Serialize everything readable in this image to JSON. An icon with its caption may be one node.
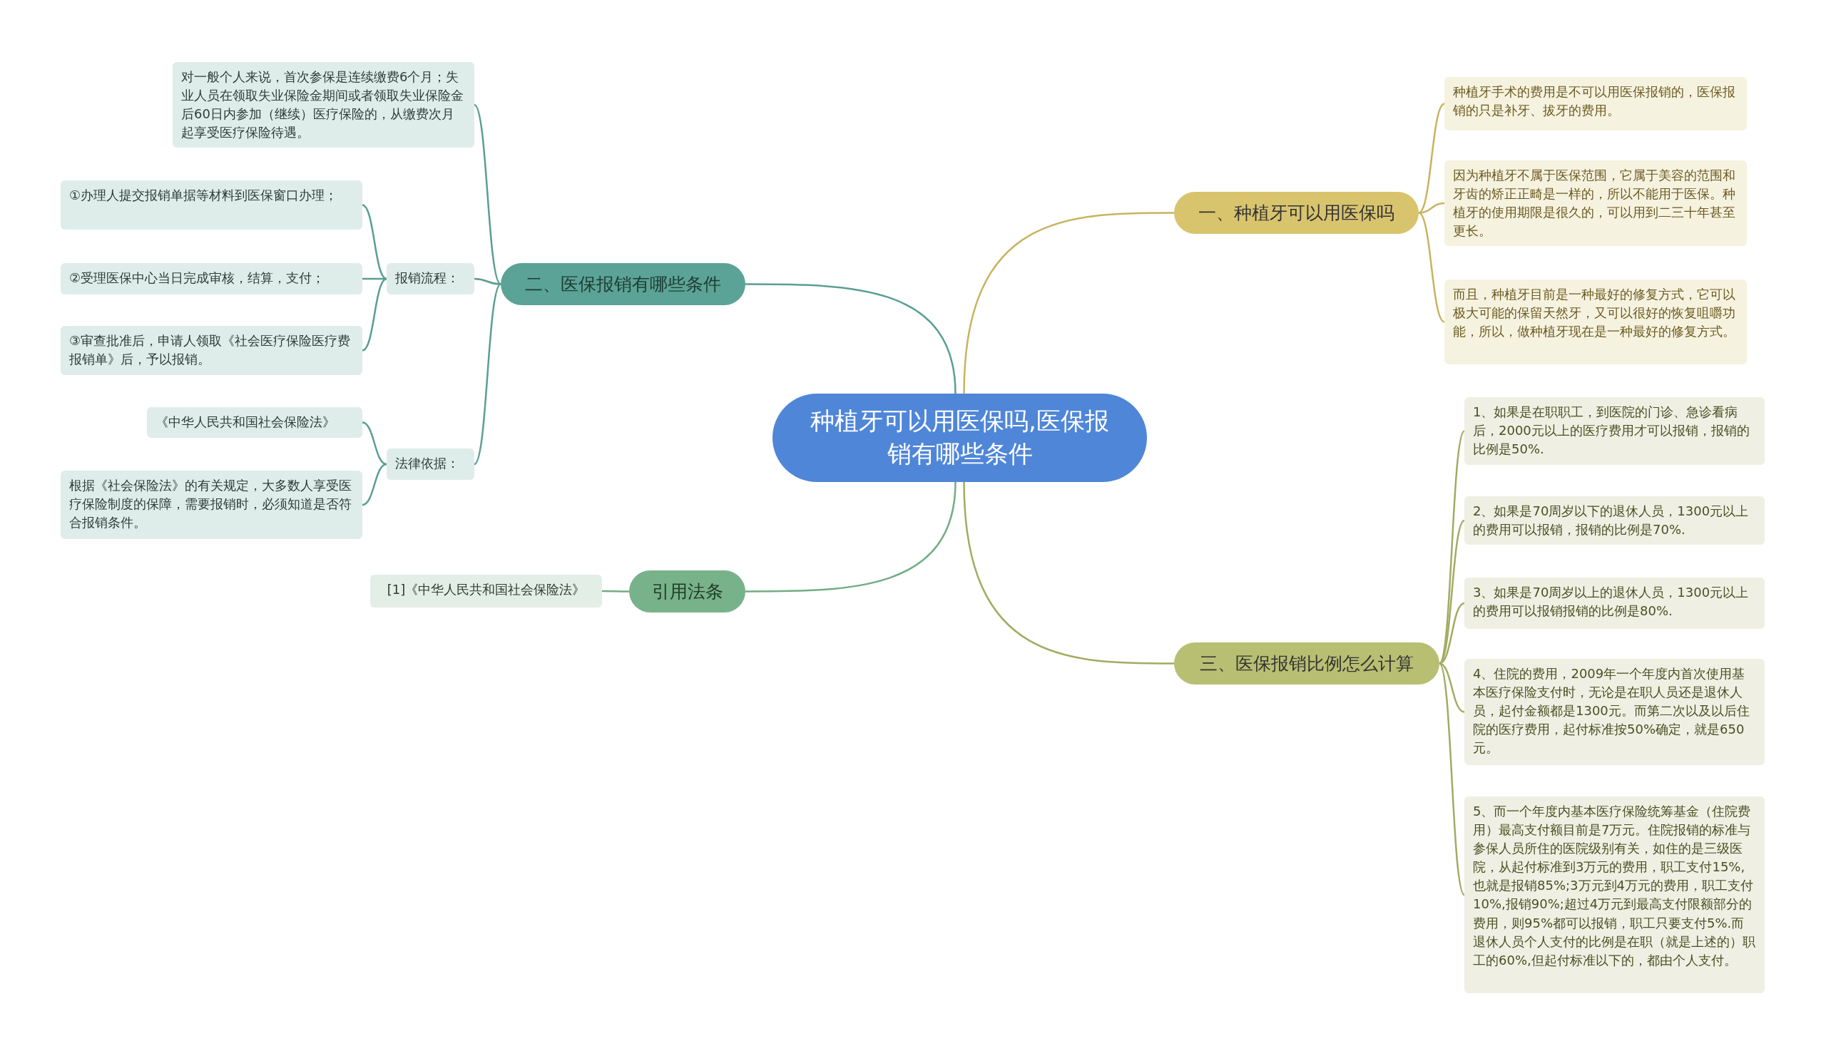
{
  "diagram": {
    "nodes": [
      {
        "text": [
          "种植牙可以用医保吗,医保报销有哪些条件"
        ]
      },
      {
        "text": [
          "一、种植牙可以用医保吗"
        ]
      },
      {
        "text": [
          "种植牙手术的费用是不可以用医保报销的，医保报销的只是补牙、拔牙的费用。"
        ]
      },
      {
        "text": [
          "因为种植牙不属于医保范围，它属于美容的范围和牙齿的矫正正畸是一样的，所以不能用于医保。种植牙的使用期限是很久的，可以用到二三十年甚至更长。"
        ]
      },
      {
        "text": [
          "而且，种植牙目前是一种最好的修复方式，它可以极大可能的保留天然牙，又可以很好的恢复咀嚼功能，所以，做种植牙现在是一种最好的修复方式。"
        ]
      },
      {
        "text": [
          "二、医保报销有哪些条件"
        ]
      },
      {
        "text": [
          "对一般个人来说，首次参保是连续缴费6个月；失业人员在领取失业保险金期间或者领取失业保险金后60日内参加（继续）医疗保险的，从缴费次月起享受医疗保险待遇。"
        ]
      },
      {
        "text": [
          "报销流程："
        ]
      },
      {
        "text": [
          "①办理人提交报销单据等材料到医保窗口办理；"
        ]
      },
      {
        "text": [
          "②受理医保中心当日完成审核，结算，支付；"
        ]
      },
      {
        "text": [
          "③审查批准后，申请人领取《社会医疗保险医疗费报销单》后，予以报销。"
        ]
      },
      {
        "text": [
          "法律依据："
        ]
      },
      {
        "text": [
          "《中华人民共和国社会保险法》"
        ]
      },
      {
        "text": [
          "根据《社会保险法》的有关规定，大多数人享受医疗保险制度的保障，需要报销时，必须知道是否符合报销条件。"
        ]
      },
      {
        "text": [
          "引用法条"
        ]
      },
      {
        "text": [
          "[1]《中华人民共和国社会保险法》"
        ]
      },
      {
        "text": [
          "三、医保报销比例怎么计算"
        ]
      },
      {
        "text": [
          "1、如果是在职职工，到医院的门诊、急诊看病后，2000元以上的医疗费用才可以报销，报销的比例是50%."
        ]
      },
      {
        "text": [
          "2、如果是70周岁以下的退休人员，1300元以上的费用可以报销，报销的比例是70%."
        ]
      },
      {
        "text": [
          "3、如果是70周岁以上的退休人员，1300元以上的费用可以报销报销的比例是80%."
        ]
      },
      {
        "text": [
          "4、住院的费用，2009年一个年度内首次使用基本医疗保险支付时，无论是在职人员还是退休人员，起付金额都是1300元。而第二次以及以后住院的医疗费用，起付标准按50%确定，就是650元。"
        ]
      },
      {
        "text": [
          "5、而一个年度内基本医疗保险统筹基金（住院费用）最高支付额目前是7万元。住院报销的标准与参保人员所住的医院级别有关，如住的是三级医院，从起付标准到3万元的费用，职工支付15%,也就是报销85%;3万元到4万元的费用，职工支付10%,报销90%;超过4万元到最高支付限额部分的费用，则95%都可以报销，职工只要支付5%.而退休人员个人支付的比例是在职（就是上述的）职工的60%,但起付标准以下的，都由个人支付。"
        ]
      }
    ],
    "edges": [
      {
        "from": 0,
        "to": 1,
        "arrow": "none",
        "color": "#c9b35e"
      },
      {
        "from": 1,
        "to": 2,
        "arrow": "none",
        "color": "#c9b35e"
      },
      {
        "from": 1,
        "to": 3,
        "arrow": "none",
        "color": "#c9b35e"
      },
      {
        "from": 1,
        "to": 4,
        "arrow": "none",
        "color": "#c9b35e"
      },
      {
        "from": 0,
        "to": 5,
        "arrow": "none"
      },
      {
        "from": 5,
        "to": 6,
        "arrow": "none"
      },
      {
        "from": 5,
        "to": 7,
        "arrow": "none"
      },
      {
        "from": 7,
        "to": 8,
        "arrow": "none"
      },
      {
        "from": 7,
        "to": 9,
        "arrow": "none"
      },
      {
        "from": 7,
        "to": 10,
        "arrow": "none"
      },
      {
        "from": 5,
        "to": 11,
        "arrow": "none"
      },
      {
        "from": 11,
        "to": 12,
        "arrow": "none"
      },
      {
        "from": 11,
        "to": 13,
        "arrow": "none"
      },
      {
        "from": 0,
        "to": 14,
        "arrow": "none",
        "color": "#72ad84"
      },
      {
        "from": 14,
        "to": 15,
        "arrow": "none",
        "color": "#72ad84"
      },
      {
        "from": 0,
        "to": 16,
        "arrow": "none",
        "color": "#a3ab62"
      },
      {
        "from": 16,
        "to": 17,
        "arrow": "none",
        "color": "#a3ab62"
      },
      {
        "from": 16,
        "to": 18,
        "arrow": "none",
        "color": "#a3ab62"
      },
      {
        "from": 16,
        "to": 19,
        "arrow": "none",
        "color": "#a3ab62"
      },
      {
        "from": 16,
        "to": 20,
        "arrow": "none",
        "color": "#a3ab62"
      },
      {
        "from": 16,
        "to": 21,
        "arrow": "none",
        "color": "#a3ab62"
      }
    ]
  }
}
